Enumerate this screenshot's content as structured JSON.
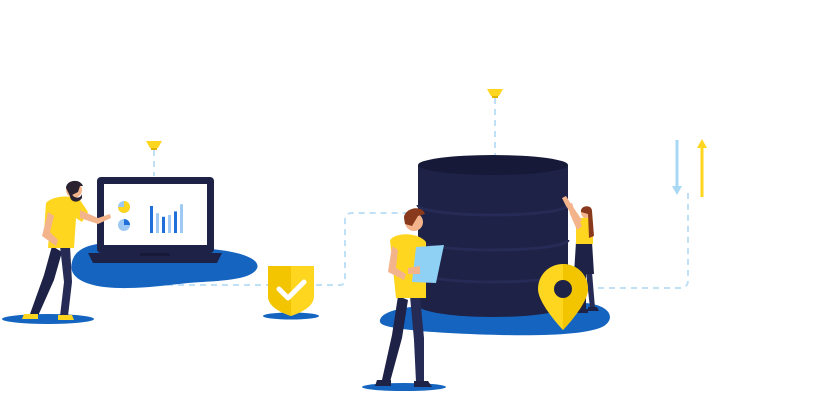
{
  "scene": {
    "description_free": true
  },
  "colors": {
    "background": "#ffffff",
    "yellow": "#ffd61f",
    "navy": "#1e2246",
    "navy_mid": "#262b56",
    "navy_dark": "#161a38",
    "blue_blob": "#1565c0",
    "chart_blue": "#1e6fd9",
    "chart_light": "#9ec9f5",
    "dashed_line": "#bfe0f7",
    "arrow_blue": "#a9d8f5",
    "skin": "#f3b48c",
    "hair_dark": "#2a2230",
    "hair_brown": "#8a3a1c",
    "tablet": "#8fd0f5"
  },
  "icons": {
    "ceiling_lamp": "lamp-icon",
    "shield": "shield-check-icon",
    "map_pin": "location-pin-icon",
    "database": "database-icon",
    "laptop": "laptop-icon",
    "arrows": "up-down-arrows-icon"
  },
  "laptop_screen": {
    "pie_chart_fraction": 0.75,
    "bar_values": [
      0.75,
      0.55,
      0.45,
      0.5,
      0.6,
      0.8
    ]
  }
}
